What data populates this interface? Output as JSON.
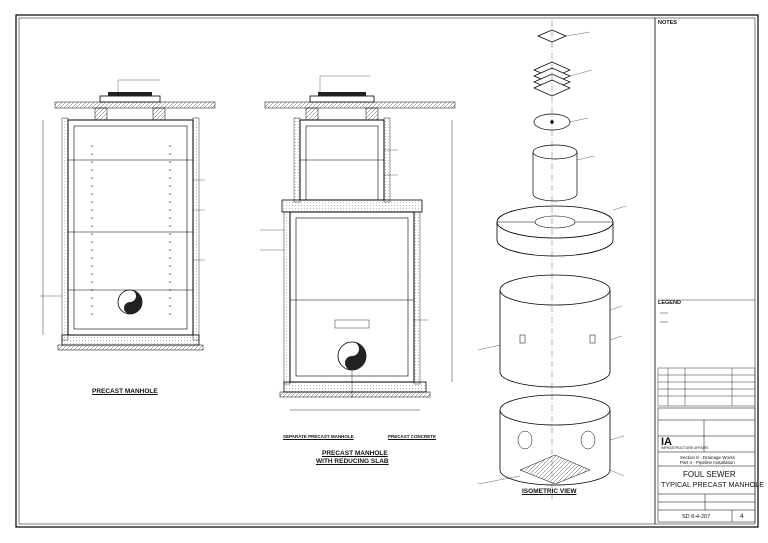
{
  "drawings": {
    "precast_manhole": {
      "title": "PRECAST MANHOLE"
    },
    "reducing_slab": {
      "title_line1": "PRECAST MANHOLE",
      "title_line2": "WITH REDUCING SLAB",
      "sub_left": "SEPARATE PRECAST MANHOLE",
      "sub_right": "PRECAST CONCRETE"
    },
    "isometric": {
      "title": "ISOMETRIC VIEW"
    }
  },
  "notes": {
    "heading": "NOTES",
    "legend_heading": "LEGEND"
  },
  "title_block": {
    "org_short": "IA",
    "org_line": "INFRASTRUCTURE AFFAIRS",
    "section_line1": "Section 8 - Drainage Works",
    "section_line2": "Part 4 - Pipeline Installation",
    "drawing_title_line1": "FOUL SEWER",
    "drawing_title_line2": "TYPICAL PRECAST MANHOLE",
    "drawing_number": "SD 8-4-207",
    "sheet_number": "4"
  }
}
